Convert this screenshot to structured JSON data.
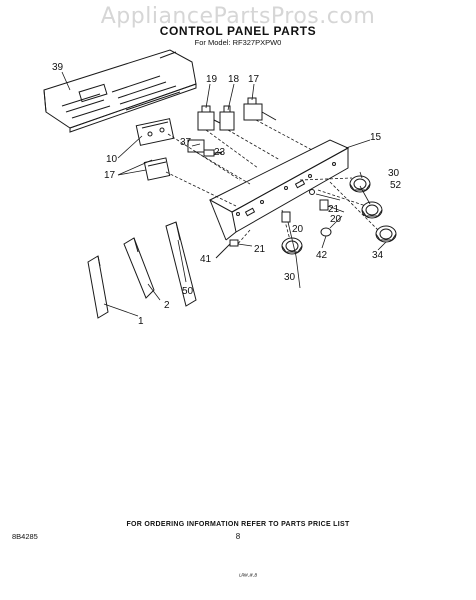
{
  "watermark": "AppliancePartsPros.com",
  "header": {
    "title": "CONTROL PANEL PARTS",
    "model": "For Model: RF327PXPW0"
  },
  "callouts": [
    "39",
    "19",
    "18",
    "17",
    "37",
    "23",
    "15",
    "10",
    "17",
    "30",
    "52",
    "20",
    "21",
    "20",
    "34",
    "42",
    "21",
    "41",
    "30",
    "50",
    "2",
    "1"
  ],
  "footer": {
    "ordering_note": "FOR ORDERING INFORMATION REFER TO PARTS PRICE LIST",
    "code": "8B4285",
    "page_number": "8",
    "signature": "ᴸᴿᴹ·ᴵᴵᴵ·ᴮ"
  }
}
